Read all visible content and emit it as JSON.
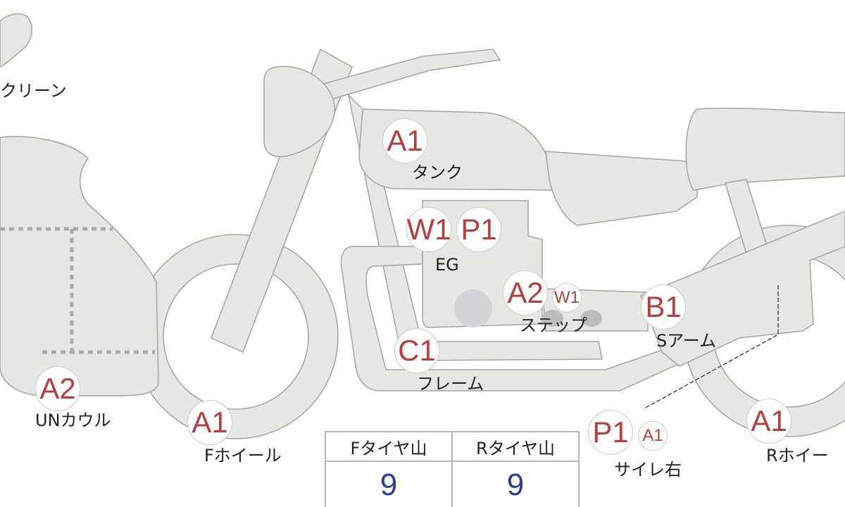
{
  "colors": {
    "badge_text": "#b5403f",
    "value_text": "#2b3e93",
    "part_fill": "#e6e6e4"
  },
  "labels": {
    "screen": "クリーン",
    "tank": "タンク",
    "engine": "EG",
    "step": "ステップ",
    "swing_arm": "Sアーム",
    "frame": "フレーム",
    "under_cowl": "UNカウル",
    "front_wheel": "Fホイール",
    "silencer_right": "サイレ右",
    "rear_wheel": "Rホイー"
  },
  "badges": {
    "tank": "A1",
    "engine_w": "W1",
    "engine_p": "P1",
    "step_a": "A2",
    "step_w": "W1",
    "swing_arm": "B1",
    "frame": "C1",
    "under_cowl": "A2",
    "front_wheel": "A1",
    "silencer_p": "P1",
    "silencer_a": "A1",
    "rear_wheel": "A1"
  },
  "tire_table": {
    "front_header": "Fタイヤ山",
    "rear_header": "Rタイヤ山",
    "front_value": "9",
    "rear_value": "9"
  }
}
